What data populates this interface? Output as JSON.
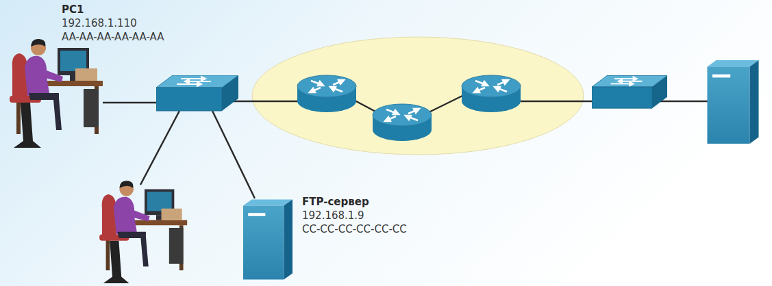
{
  "diagram": {
    "nodes": [
      {
        "text": [
          "PC1",
          "192.168.1.110",
          "AA-AA-AA-AA-AA-AA"
        ]
      },
      {
        "text": [
          "FTP-сервер",
          "192.168.1.9",
          "CC-CC-CC-CC-CC-CC"
        ]
      }
    ]
  }
}
